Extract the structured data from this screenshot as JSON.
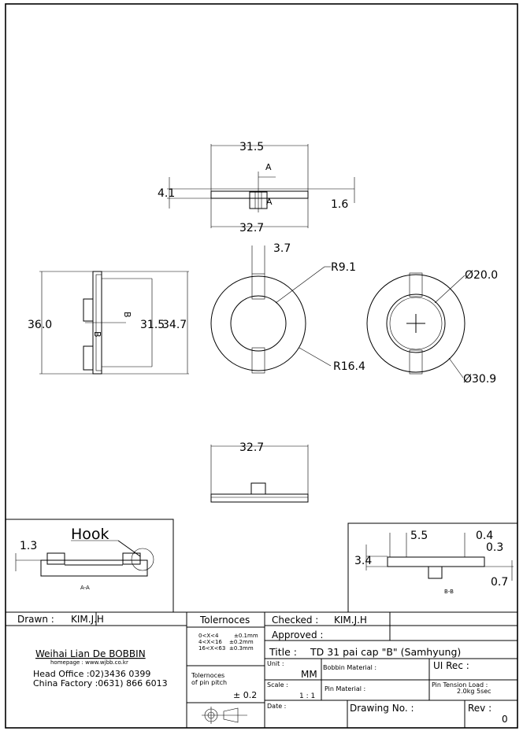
{
  "dimensions": {
    "top_width": "31.5",
    "top_section_mark": "A",
    "top_section_mark2": "A",
    "top_height": "4.1",
    "top_flange": "1.6",
    "top_base": "32.7",
    "slot": "3.7",
    "inner_radius": "R9.1",
    "outer_radius": "R16.4",
    "dia_inner": "Ø20.0",
    "dia_outer": "Ø30.9",
    "side_height": "36.0",
    "side_inner": "31.5",
    "side_outer": "34.7",
    "side_section_mark": "B",
    "side_section_mark2": "B",
    "bottom_width": "32.7"
  },
  "section_aa": {
    "label": "Hook",
    "dim": "1.3",
    "title": "A-A"
  },
  "section_bb": {
    "dim_a": "5.5",
    "dim_b": "0.4",
    "dim_c": "0.3",
    "dim_d": "3.4",
    "dim_e": "0.7",
    "title": "B-B"
  },
  "title_block": {
    "drawn_label": "Drawn :",
    "drawn_value": "KIM.J.H",
    "company": "Weihai Lian De BOBBIN",
    "homepage": "homepage : www.wjbb.co.kr",
    "head_office": "Head Office :02)3436 0399",
    "china_factory": "China Factory :0631) 866 6013",
    "tolerances_header": "Tolernoces",
    "tol_rows": [
      {
        "range": "0<X<4",
        "tol": "±0.1mm"
      },
      {
        "range": "4<X<16",
        "tol": "±0.2mm"
      },
      {
        "range": "16<X<63",
        "tol": "±0.3mm"
      }
    ],
    "pin_pitch_label_1": "Tolernoces",
    "pin_pitch_label_2": "of pin pitch",
    "pin_pitch_value": "± 0.2",
    "checked_label": "Checked :",
    "checked_value": "KIM.J.H",
    "approved_label": "Approved :",
    "title_label": "Title :",
    "title_value": "TD 31 pai cap \"B\" (Samhyung)",
    "unit_label": "Unit :",
    "unit_value": "MM",
    "bobbin_material_label": "Bobbin Material :",
    "ul_rec_label": "UI Rec :",
    "scale_label": "Scale :",
    "scale_value": "1 : 1",
    "pin_material_label": "Pin Material :",
    "pin_tension_label": "Pin Tension Load :",
    "pin_tension_value": "2.0kg 5sec",
    "date_label": "Date :",
    "drawing_no_label": "Drawing No.   :",
    "rev_label": "Rev :",
    "rev_value": "0"
  }
}
